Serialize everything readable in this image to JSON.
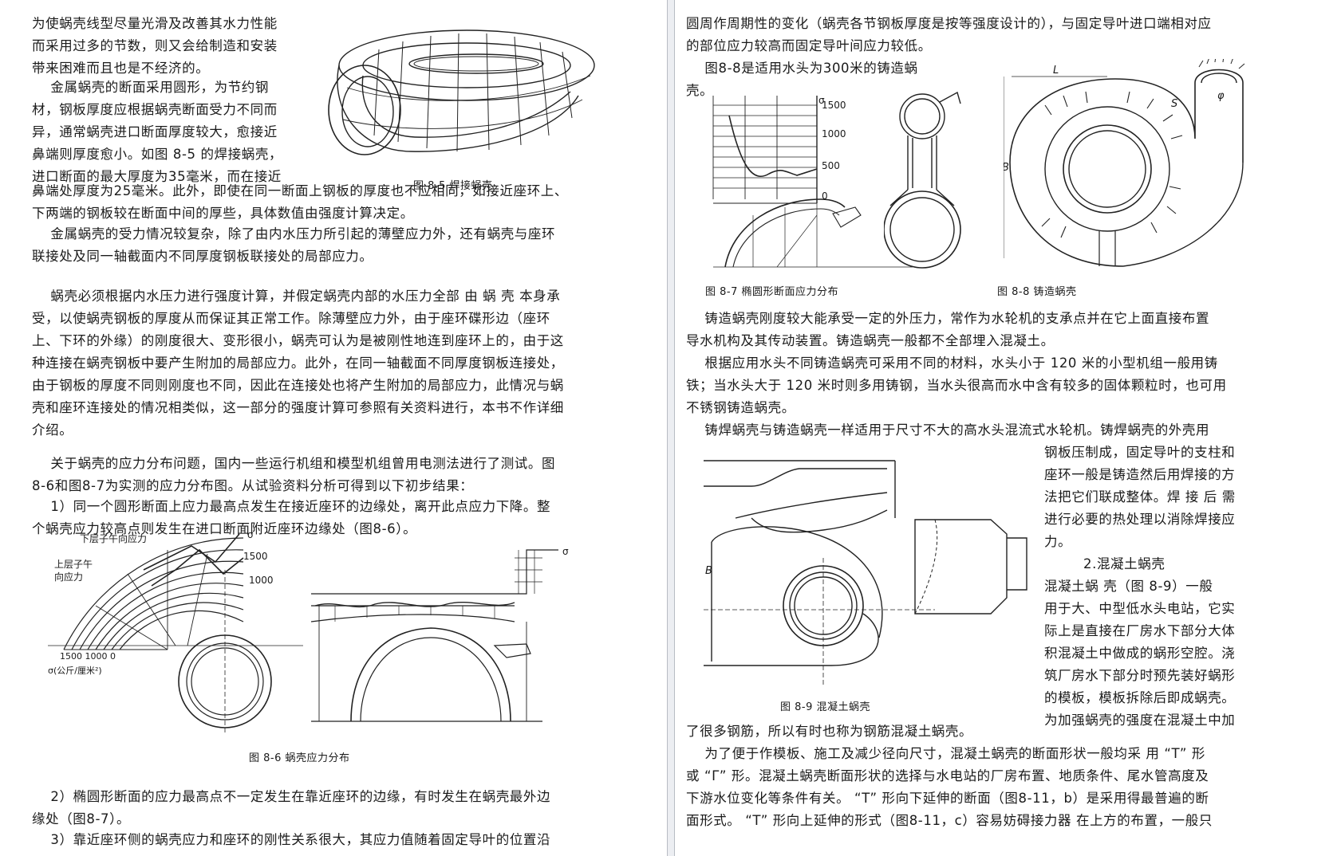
{
  "left_page": {
    "para1": "为使蜗壳线型尽量光滑及改善其水力性能\n而采用过多的节数，则又会给制造和安装\n带来困难而且也是不经济的。",
    "para2_top": "    金属蜗壳的断面采用圆形，为节约钢\n材，钢板厚度应根据蜗壳断面受力不同而\n异，通常蜗壳进口断面厚度较大，愈接近\n鼻端则厚度愈小。如图 8-5 的焊接蜗壳，\n进口断面的最大厚度为35毫米，而在接近",
    "para2_bottom": "鼻端处厚度为25毫米。此外，即使在同一断面上钢板的厚度也不应相同，如接近座环上、\n下两端的钢板较在断面中间的厚些，具体数值由强度计算决定。",
    "para3": "    金属蜗壳的受力情况较复杂，除了由内水压力所引起的薄壁应力外，还有蜗壳与座环\n联接处及同一轴截面内不同厚度钢板联接处的局部应力。",
    "para4": "    蜗壳必须根据内水压力进行强度计算，并假定蜗壳内部的水压力全部 由 蜗 壳 本身承\n受，以使蜗壳钢板的厚度从而保证其正常工作。除薄壁应力外，由于座环碟形边（座环\n上、下环的外缘）的刚度很大、变形很小，蜗壳可认为是被刚性地连到座环上的，由于这\n种连接在蜗壳钢板中要产生附加的局部应力。此外，在同一轴截面不同厚度钢板连接处，\n由于钢板的厚度不同则刚度也不同，因此在连接处也将产生附加的局部应力，此情况与蜗\n壳和座环连接处的情况相类似，这一部分的强度计算可参照有关资料进行，本书不作详细\n介绍。",
    "para5": "    关于蜗壳的应力分布问题，国内一些运行机组和模型机组曾用电测法进行了测试。图\n8-6和图8-7为实测的应力分布图。从试验资料分析可得到以下初步结果：",
    "item1": "    1）同一个圆形断面上应力最高点发生在接近座环的边缘处，离开此点应力下降。整\n个蜗壳应力较高点则发生在进口断面附近座环边缘处（图8-6）。",
    "item2": "    2）椭圆形断面的应力最高点不一定发生在靠近座环的边缘，有时发生在蜗壳最外边\n缘处（图8-7）。",
    "item3": "    3）靠近座环侧的蜗壳应力和座环的刚性关系很大，其应力值随着固定导叶的位置沿",
    "fig85_caption": "图  8-5   焊接蜗壳",
    "fig86_caption": "图  8-6    蜗壳应力分布",
    "fig86_labels": {
      "lower": "下层子午向应力",
      "upper1": "上层子午",
      "upper2": "向应力",
      "sigma": "σ",
      "v1500": "1500",
      "v1000": "1000",
      "axis": "1500 1000  0",
      "unit": "σ(公斤/厘米²)",
      "sigma2": "σ"
    }
  },
  "right_page": {
    "para1": "圆周作周期性的变化（蜗壳各节钢板厚度是按等强度设计的），与固定导叶进口端相对应\n的部位应力较高而固定导叶间应力较低。",
    "para2": "    图8-8是适用水头为300米的铸造蜗\n壳。",
    "para3": "    铸造蜗壳刚度较大能承受一定的外压力，常作为水轮机的支承点并在它上面直接布置\n导水机构及其传动装置。铸造蜗壳一般都不全部埋入混凝土。",
    "para4": "    根据应用水头不同铸造蜗壳可采用不同的材料，水头小于 120 米的小型机组一般用铸\n铁；当水头大于 120 米时则多用铸钢，当水头很高而水中含有较多的固体颗粒时，也可用\n不锈钢铸造蜗壳。",
    "para5_top": "    铸焊蜗壳与铸造蜗壳一样适用于尺寸不大的高水头混流式水轮机。铸焊蜗壳的外壳用",
    "para5_side": "钢板压制成，固定导叶的支柱和\n座环一般是铸造然后用焊接的方\n法把它们联成整体。焊 接 后 需\n进行必要的热处理以消除焊接应\n力。",
    "heading2": "2.混凝土蜗壳",
    "para6_side": "混凝土蜗 壳（图 8-9）一般\n用于大、中型低水头电站，它实\n际上是直接在厂房水下部分大体\n积混凝土中做成的蜗形空腔。浇\n筑厂房水下部分时预先装好蜗形\n的模板，模板拆除后即成蜗壳。\n为加强蜗壳的强度在混凝土中加",
    "para6_bottom": "了很多钢筋，所以有时也称为钢筋混凝土蜗壳。",
    "para7": "    为了便于作模板、施工及减少径向尺寸，混凝土蜗壳的断面形状一般均采 用 “T” 形\n或 “Γ” 形。混凝土蜗壳断面形状的选择与水电站的厂房布置、地质条件、尾水管高度及\n下游水位变化等条件有关。 “T” 形向下延伸的断面（图8-11，b）是采用得最普遍的断\n面形式。 “T” 形向上延伸的形式（图8-11，c）容易妨碍接力器 在上方的布置，一般只",
    "fig87_caption": "图  8-7    椭圆形断面应力分布",
    "fig88_caption": "图  8-8    铸造蜗壳",
    "fig89_caption": "图  8-9    混凝土蜗壳",
    "fig87_labels": {
      "sigma": "σ",
      "v1500": "1500",
      "v1000": "1000",
      "v500": "500",
      "v0": "0"
    },
    "fig88_labels": {
      "L": "L",
      "phi": "φ",
      "S": "S",
      "B": "B"
    },
    "fig89_labels": {
      "B": "B"
    }
  }
}
